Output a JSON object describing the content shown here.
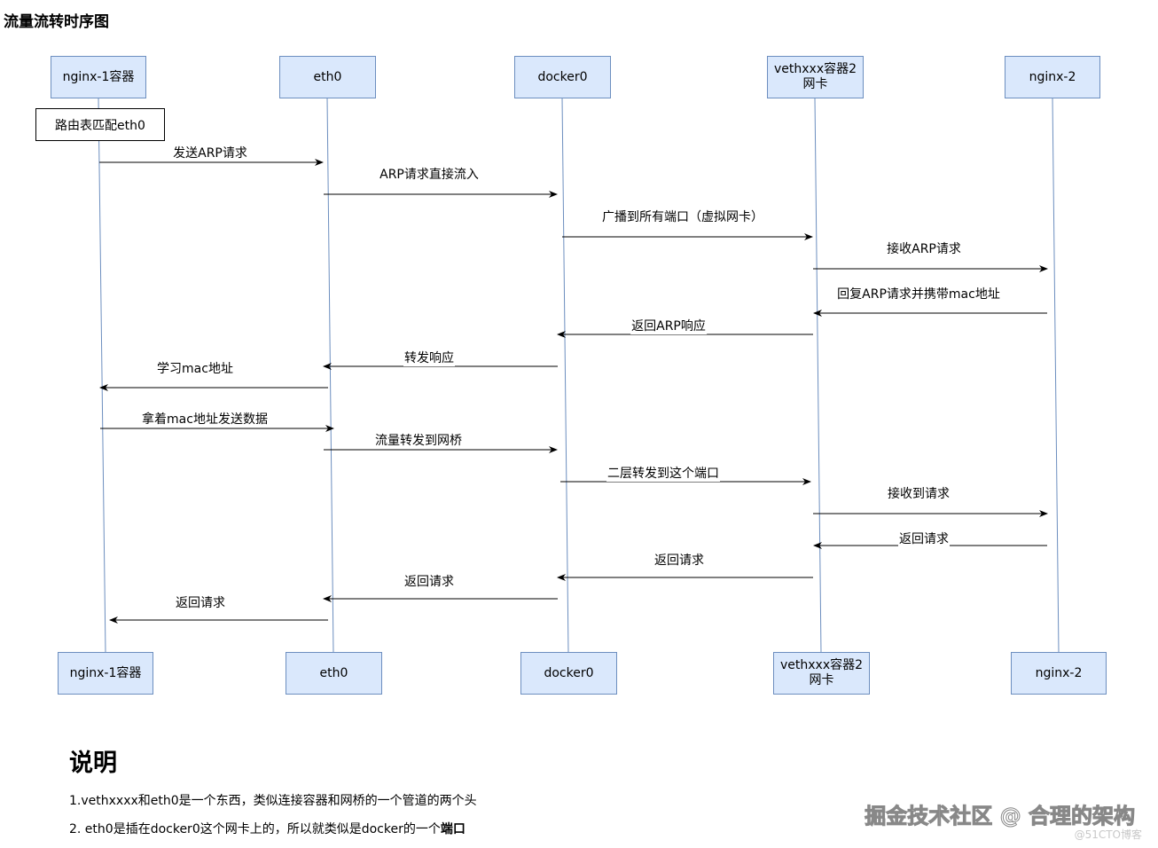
{
  "title": "流量流转时序图",
  "participants": [
    {
      "id": "nginx1",
      "label": "nginx-1容器"
    },
    {
      "id": "eth0",
      "label": "eth0"
    },
    {
      "id": "docker0",
      "label": "docker0"
    },
    {
      "id": "veth",
      "label": "vethxxx容器2网卡"
    },
    {
      "id": "nginx2",
      "label": "nginx-2"
    }
  ],
  "note": "路由表匹配eth0",
  "messages": [
    {
      "label": "发送ARP请求"
    },
    {
      "label": "ARP请求直接流入"
    },
    {
      "label": "广播到所有端口（虚拟网卡）"
    },
    {
      "label": "接收ARP请求"
    },
    {
      "label": "回复ARP请求并携带mac地址"
    },
    {
      "label": "返回ARP响应"
    },
    {
      "label": "转发响应"
    },
    {
      "label": "学习mac地址"
    },
    {
      "label": "拿着mac地址发送数据"
    },
    {
      "label": "流量转发到网桥"
    },
    {
      "label": "二层转发到这个端口"
    },
    {
      "label": "接收到请求"
    },
    {
      "label": "返回请求"
    },
    {
      "label": "返回请求"
    },
    {
      "label": "返回请求"
    },
    {
      "label": "返回请求"
    }
  ],
  "explanation": {
    "heading": "说明",
    "item1": "1.vethxxxx和eth0是一个东西，类似连接容器和网桥的一个管道的两个头",
    "item2_prefix": "2. eth0是插在docker0这个网卡上的，所以就类似是docker的一个",
    "item2_bold": "端口"
  },
  "watermark": {
    "main": "掘金技术社区 @ 合理的架构",
    "sub": "@51CTO博客"
  },
  "colors": {
    "box_fill": "#dae8fc",
    "box_border": "#6c8ebf",
    "lifeline": "#6c8ebf",
    "arrow": "#000000"
  }
}
